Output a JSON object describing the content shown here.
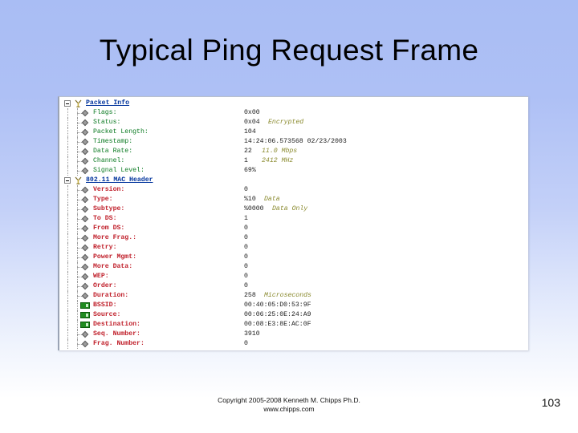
{
  "slide": {
    "title": "Typical Ping Request Frame",
    "page_number": "103",
    "footer_line1": "Copyright 2005-2008 Kenneth M. Chipps Ph.D.",
    "footer_line2": "www.chipps.com",
    "background_top_color": "#a9bdf4",
    "background_bottom_color": "#ffffff"
  },
  "capture": {
    "groups": [
      {
        "name": "Packet Info",
        "label_color": "#0b7a22",
        "rows": [
          {
            "label": "Flags:",
            "value": "0x00",
            "note": ""
          },
          {
            "label": "Status:",
            "value": "0x04",
            "note": "Encrypted"
          },
          {
            "label": "Packet Length:",
            "value": "104",
            "note": ""
          },
          {
            "label": "Timestamp:",
            "value": "14:24:06.573568 02/23/2003",
            "note": ""
          },
          {
            "label": "Data Rate:",
            "value": "22",
            "note": "11.0 Mbps"
          },
          {
            "label": "Channel:",
            "value": "1",
            "note": "2412 MHz"
          },
          {
            "label": "Signal Level:",
            "value": "69%",
            "note": ""
          }
        ]
      },
      {
        "name": "802.11 MAC Header",
        "label_color": "#c0202b",
        "rows": [
          {
            "label": "Version:",
            "value": "0",
            "note": ""
          },
          {
            "label": "Type:",
            "value": "%10",
            "note": "Data"
          },
          {
            "label": "Subtype:",
            "value": "%0000",
            "note": "Data Only"
          },
          {
            "label": "To DS:",
            "value": "1",
            "note": ""
          },
          {
            "label": "From DS:",
            "value": "0",
            "note": ""
          },
          {
            "label": "More Frag.:",
            "value": "0",
            "note": ""
          },
          {
            "label": "Retry:",
            "value": "0",
            "note": ""
          },
          {
            "label": "Power Mgmt:",
            "value": "0",
            "note": ""
          },
          {
            "label": "More Data:",
            "value": "0",
            "note": ""
          },
          {
            "label": "WEP:",
            "value": "0",
            "note": ""
          },
          {
            "label": "Order:",
            "value": "0",
            "note": ""
          },
          {
            "label": "Duration:",
            "value": "258",
            "note": "Microseconds"
          },
          {
            "label": "BSSID:",
            "value": "00:40:05:D0:53:9F",
            "note": "",
            "icon": "nic-icon"
          },
          {
            "label": "Source:",
            "value": "00:06:25:0E:24:A9",
            "note": "",
            "icon": "nic-icon"
          },
          {
            "label": "Destination:",
            "value": "00:08:E3:8E:AC:0F",
            "note": "",
            "icon": "nic-icon"
          },
          {
            "label": "Seq. Number:",
            "value": "3910",
            "note": ""
          },
          {
            "label": "Frag. Number:",
            "value": "0",
            "note": ""
          }
        ]
      }
    ]
  }
}
